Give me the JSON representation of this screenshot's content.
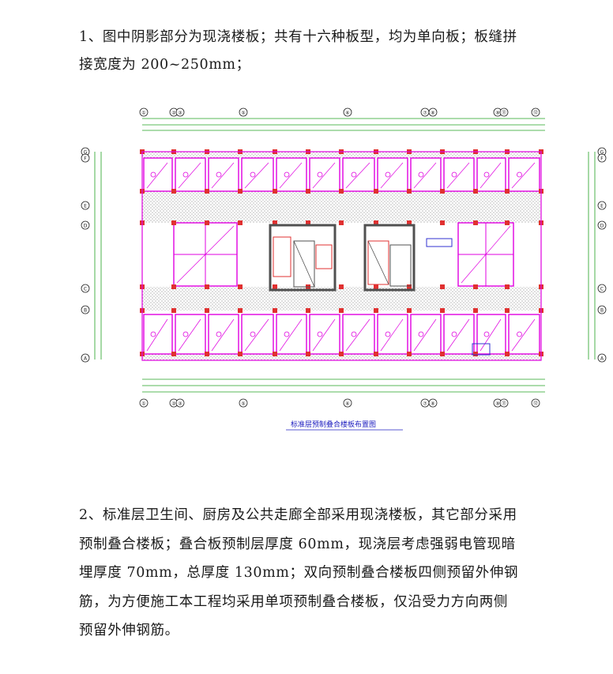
{
  "paragraph_1": "1、图中阴影部分为现浇楼板；共有十六种板型，均为单向板；板缝拼接宽度为 200~250mm；",
  "paragraph_2": "2、标准层卫生间、厨房及公共走廊全部采用现浇楼板，其它部分采用预制叠合楼板；叠合板预制层厚度 60mm，现浇层考虑强弱电管现暗埋厚度 70mm，总厚度 130mm；双向预制叠合楼板四侧预留外伸钢筋，为方便施工本工程均采用单项预制叠合楼板，仅沿受力方向两侧预留外伸钢筋。",
  "drawing": {
    "axis_top": [
      "①",
      "②",
      "③",
      "⑤",
      "⑥",
      "⑦",
      "⑧",
      "⑨",
      "⑪",
      "⑫"
    ],
    "axis_bottom": [
      "①",
      "②",
      "③",
      "⑤",
      "⑥",
      "⑦",
      "⑧",
      "⑨",
      "⑪",
      "⑫"
    ],
    "axis_left": [
      "G",
      "F",
      "E",
      "D",
      "C",
      "B",
      "A"
    ],
    "axis_right": [
      "G",
      "F",
      "E",
      "D",
      "C",
      "B",
      "A"
    ],
    "caption": "标准层预制叠合楼板布置图",
    "colors": {
      "slab": "#e000e0",
      "wall": "#e03030",
      "dim": "#20a020",
      "axis": "#202020",
      "hatch": "#a0a0a0",
      "core": "#505050",
      "blue": "#3030d0"
    }
  }
}
